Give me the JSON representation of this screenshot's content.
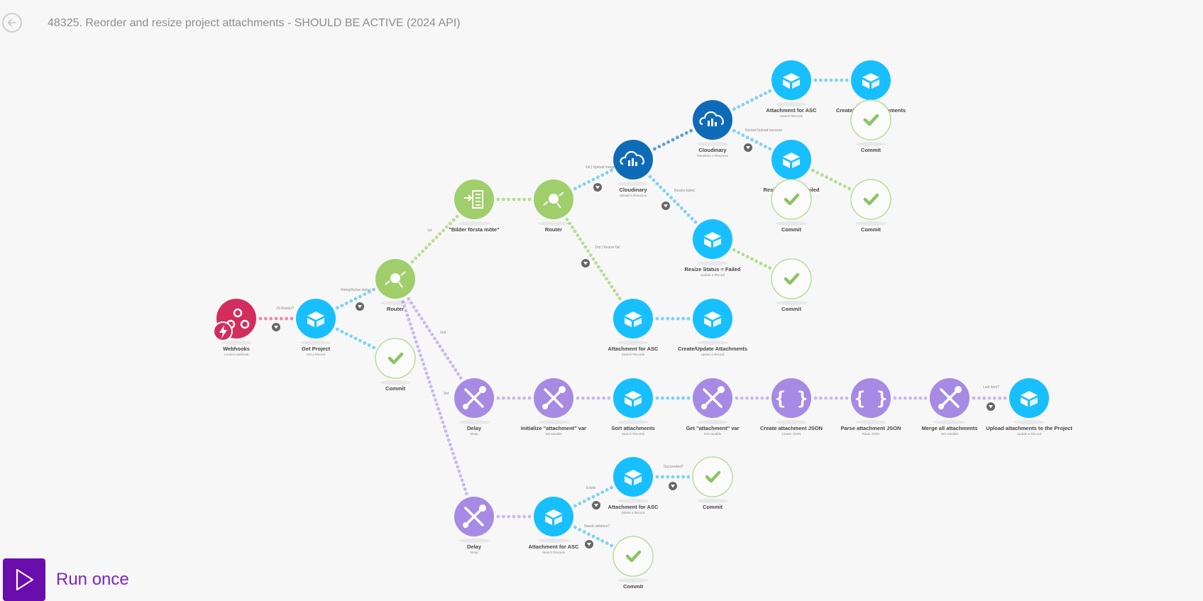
{
  "header": {
    "title": "48325. Reorder and resize project attachments - SHOULD BE ACTIVE (2024 API)"
  },
  "footer": {
    "run_label": "Run once"
  },
  "colors": {
    "airtable": "#18bfff",
    "cloudinary": "#0e6bb8",
    "flow": "#9fce6b",
    "tools": "#a78ae3",
    "webhook": "#d32d5d",
    "commit": "#8cc462",
    "run": "#6a0dad"
  },
  "nodes": [
    {
      "id": "webhook",
      "label": "Webhooks",
      "sub": "Custom webhook",
      "icon": "webhook-icon"
    },
    {
      "id": "getproj",
      "label": "Get Project",
      "sub": "Get a Record",
      "icon": "airtable-icon"
    },
    {
      "id": "commit1",
      "label": "Commit",
      "sub": "",
      "icon": "check-icon"
    },
    {
      "id": "router1",
      "label": "Router",
      "sub": "",
      "icon": "router-icon"
    },
    {
      "id": "iter",
      "label": "\"Bilder första möte\"",
      "sub": "",
      "icon": "iterator-icon"
    },
    {
      "id": "router2",
      "label": "Router",
      "sub": "",
      "icon": "router-icon"
    },
    {
      "id": "cloud1",
      "label": "Cloudinary",
      "sub": "Upload a Resource",
      "icon": "cloudinary-icon"
    },
    {
      "id": "cloud2",
      "label": "Cloudinary",
      "sub": "Transform a Resource",
      "icon": "cloudinary-icon"
    },
    {
      "id": "att_asc1",
      "label": "Attachment for ASC",
      "sub": "Search Records",
      "icon": "airtable-icon"
    },
    {
      "id": "cu_att1",
      "label": "Create/Update Attachments",
      "sub": "Upsert a Record",
      "icon": "airtable-icon"
    },
    {
      "id": "commit2",
      "label": "Commit",
      "sub": "",
      "icon": "check-icon"
    },
    {
      "id": "resize1",
      "label": "Resize Status = Failed",
      "sub": "Update a Record",
      "icon": "airtable-icon"
    },
    {
      "id": "commit3",
      "label": "Commit",
      "sub": "",
      "icon": "check-icon"
    },
    {
      "id": "commit4",
      "label": "Commit",
      "sub": "",
      "icon": "check-icon"
    },
    {
      "id": "resize2",
      "label": "Resize Status = Failed",
      "sub": "Update a Record",
      "icon": "airtable-icon"
    },
    {
      "id": "commit5",
      "label": "Commit",
      "sub": "",
      "icon": "check-icon"
    },
    {
      "id": "att_asc2",
      "label": "Attachment for ASC",
      "sub": "Search Records",
      "icon": "airtable-icon"
    },
    {
      "id": "cu_att2",
      "label": "Create/Update Attachments",
      "sub": "Upsert a Record",
      "icon": "airtable-icon"
    },
    {
      "id": "delay1",
      "label": "Delay",
      "sub": "Sleep",
      "icon": "tools-icon"
    },
    {
      "id": "init_var",
      "label": "Initialize \"attachment\" var",
      "sub": "Set variable",
      "icon": "tools-icon"
    },
    {
      "id": "sort_att",
      "label": "Sort attachments",
      "sub": "Search Records",
      "icon": "airtable-icon"
    },
    {
      "id": "get_var",
      "label": "Get \"attachment\" var",
      "sub": "Get variable",
      "icon": "tools-icon"
    },
    {
      "id": "create_json",
      "label": "Create attachment JSON",
      "sub": "Create JSON",
      "icon": "json-icon"
    },
    {
      "id": "parse_json",
      "label": "Parse attachment JSON",
      "sub": "Parse JSON",
      "icon": "json-icon"
    },
    {
      "id": "merge_all",
      "label": "Merge all attachments",
      "sub": "Set variable",
      "icon": "tools-icon"
    },
    {
      "id": "upload_att",
      "label": "Upload attachments to the Project",
      "sub": "Update a Record",
      "icon": "airtable-icon"
    },
    {
      "id": "delay2",
      "label": "Delay",
      "sub": "Sleep",
      "icon": "tools-icon"
    },
    {
      "id": "att_asc3",
      "label": "Attachment for ASC",
      "sub": "Search Records",
      "icon": "airtable-icon"
    },
    {
      "id": "att_asc4",
      "label": "Attachment for ASC",
      "sub": "Delete a Record",
      "icon": "airtable-icon"
    },
    {
      "id": "commit6",
      "label": "Commit",
      "sub": "",
      "icon": "check-icon"
    },
    {
      "id": "commit7",
      "label": "Commit",
      "sub": "",
      "icon": "check-icon"
    }
  ],
  "route_labels": [
    {
      "id": "r_webhook",
      "text": "JS Router?"
    },
    {
      "id": "r_getproj",
      "text": "Hiring/Active status"
    },
    {
      "id": "r_iter",
      "text": "1st"
    },
    {
      "id": "r_router2",
      "text": "1st | Upload image?"
    },
    {
      "id": "r_router2b",
      "text": "2nd | Resize fail"
    },
    {
      "id": "r_cloud1",
      "text": "Resize failed"
    },
    {
      "id": "r_cloud2",
      "text": "Resize/Upload success"
    },
    {
      "id": "r_del1",
      "text": "2nd"
    },
    {
      "id": "r_del2",
      "text": "3rd"
    },
    {
      "id": "r_upload",
      "text": "Last item?"
    },
    {
      "id": "r_asc3a",
      "text": "Exists"
    },
    {
      "id": "r_asc3b",
      "text": "Needs deletion?"
    },
    {
      "id": "r_asc4",
      "text": "Succeeded?"
    }
  ]
}
